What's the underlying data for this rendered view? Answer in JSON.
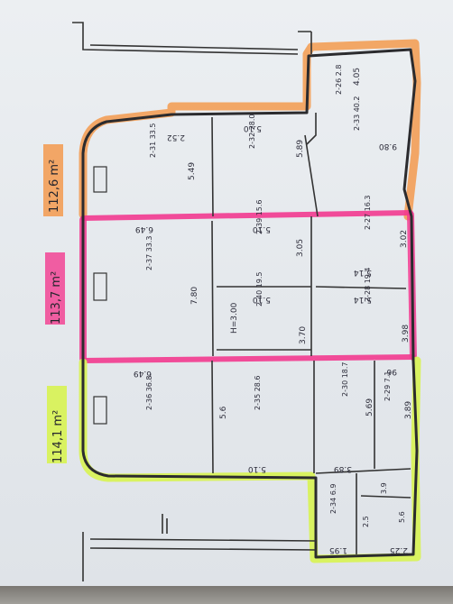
{
  "colors": {
    "orange": "#f39a4e",
    "pink": "#f23a8f",
    "yellow": "#d8f25a",
    "ink": "#2b2b2e"
  },
  "totals": {
    "orange": "112,6 m²",
    "pink": "113,7 m²",
    "yellow": "114,1 m²"
  },
  "dimensions": {
    "d_510_top": "5.10",
    "d_549": "5.49",
    "d_589": "5.89",
    "d_649_a": "6.49",
    "d_510_b": "5.10",
    "d_305": "3.05",
    "d_514_a": "5.14",
    "d_514_b": "5.14",
    "d_780": "7.80",
    "d_h": "H=3.00",
    "d_510_c": "5.10",
    "d_370": "3.70",
    "d_302": "3.02",
    "d_398": "3.98",
    "d_649_b": "6.49",
    "d_56": "5.6",
    "d_569": "5.69",
    "d_510_d": "5.10",
    "d_389_a": "3.89",
    "d_389_b": "3.89",
    "d_195": "1.95",
    "d_225": "2.25",
    "d_252": "2.52",
    "d_980": "9.80",
    "d_405": "4.05",
    "d_96": "96"
  },
  "rooms": {
    "r_335": "2-31 33.5",
    "r_280": "2-32 28.0",
    "r_402": "2-33 40.2",
    "r_333": "2-37 33.3",
    "r_156": "2-39 15.6",
    "r_163": "2-27 16.3",
    "r_195": "2-40 19.5",
    "r_194": "2-28 19.4",
    "r_368": "2-36 36.8",
    "r_286": "2-35 28.6",
    "r_187": "2-30 18.7",
    "r_71": "2-29 7.1",
    "r_69": "2-34 6.9",
    "r_39": "3.9",
    "r_56": "5.6",
    "r_25": "2.5",
    "r_small": "2-26 2.8"
  }
}
